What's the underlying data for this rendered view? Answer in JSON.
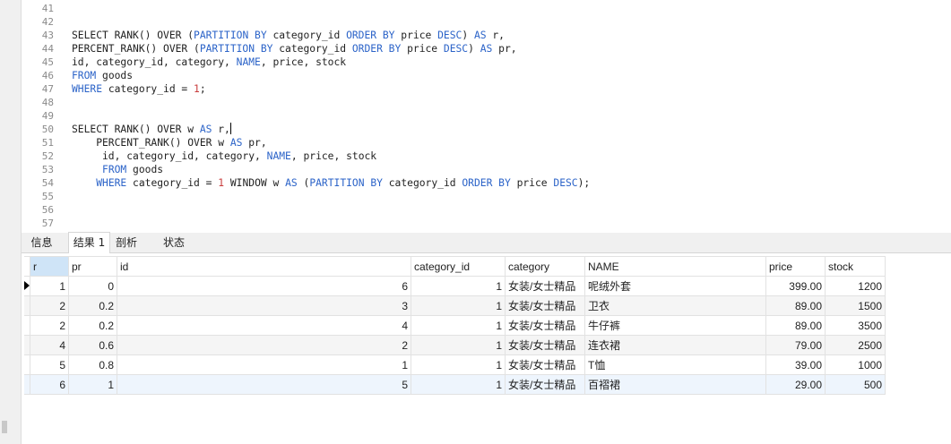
{
  "editor": {
    "lines": [
      {
        "n": "41",
        "html": ""
      },
      {
        "n": "42",
        "html": ""
      },
      {
        "n": "43",
        "html": "SELECT RANK() OVER (<span class='kw'>PARTITION BY</span> category_id <span class='kw'>ORDER BY</span> price <span class='kw'>DESC</span>) <span class='kw'>AS</span> r,"
      },
      {
        "n": "44",
        "html": "PERCENT_RANK() OVER (<span class='kw'>PARTITION BY</span> category_id <span class='kw'>ORDER BY</span> price <span class='kw'>DESC</span>) <span class='kw'>AS</span> pr,"
      },
      {
        "n": "45",
        "html": "id, category_id, category, <span class='kw'>NAME</span>, price, stock"
      },
      {
        "n": "46",
        "html": "<span class='kw'>FROM</span> goods"
      },
      {
        "n": "47",
        "html": "<span class='kw'>WHERE</span> category_id = <span class='num'>1</span>;"
      },
      {
        "n": "48",
        "html": ""
      },
      {
        "n": "49",
        "html": ""
      },
      {
        "n": "50",
        "html": "SELECT RANK() OVER w <span class='kw'>AS</span> r,<span class='caret'></span>"
      },
      {
        "n": "51",
        "html": "    PERCENT_RANK() OVER w <span class='kw'>AS</span> pr,"
      },
      {
        "n": "52",
        "html": "     id, category_id, category, <span class='kw'>NAME</span>, price, stock"
      },
      {
        "n": "53",
        "html": "     <span class='kw'>FROM</span> goods"
      },
      {
        "n": "54",
        "html": "    <span class='kw'>WHERE</span> category_id = <span class='num'>1</span> WINDOW w <span class='kw'>AS</span> (<span class='kw'>PARTITION BY</span> category_id <span class='kw'>ORDER BY</span> price <span class='kw'>DESC</span>);"
      },
      {
        "n": "55",
        "html": ""
      },
      {
        "n": "56",
        "html": ""
      },
      {
        "n": "57",
        "html": ""
      }
    ]
  },
  "tabs": [
    {
      "label": "信息",
      "active": false
    },
    {
      "label": "结果 1",
      "active": true
    },
    {
      "label": "剖析",
      "active": false
    },
    {
      "label": "状态",
      "active": false
    }
  ],
  "result": {
    "columns": [
      "r",
      "pr",
      "id",
      "category_id",
      "category",
      "NAME",
      "price",
      "stock"
    ],
    "rows": [
      [
        "1",
        "0",
        "6",
        "1",
        "女装/女士精品",
        "呢绒外套",
        "399.00",
        "1200"
      ],
      [
        "2",
        "0.2",
        "3",
        "1",
        "女装/女士精品",
        "卫衣",
        "89.00",
        "1500"
      ],
      [
        "2",
        "0.2",
        "4",
        "1",
        "女装/女士精品",
        "牛仔裤",
        "89.00",
        "3500"
      ],
      [
        "4",
        "0.6",
        "2",
        "1",
        "女装/女士精品",
        "连衣裙",
        "79.00",
        "2500"
      ],
      [
        "5",
        "0.8",
        "1",
        "1",
        "女装/女士精品",
        "T恤",
        "39.00",
        "1000"
      ],
      [
        "6",
        "1",
        "5",
        "1",
        "女装/女士精品",
        "百褶裙",
        "29.00",
        "500"
      ]
    ]
  }
}
